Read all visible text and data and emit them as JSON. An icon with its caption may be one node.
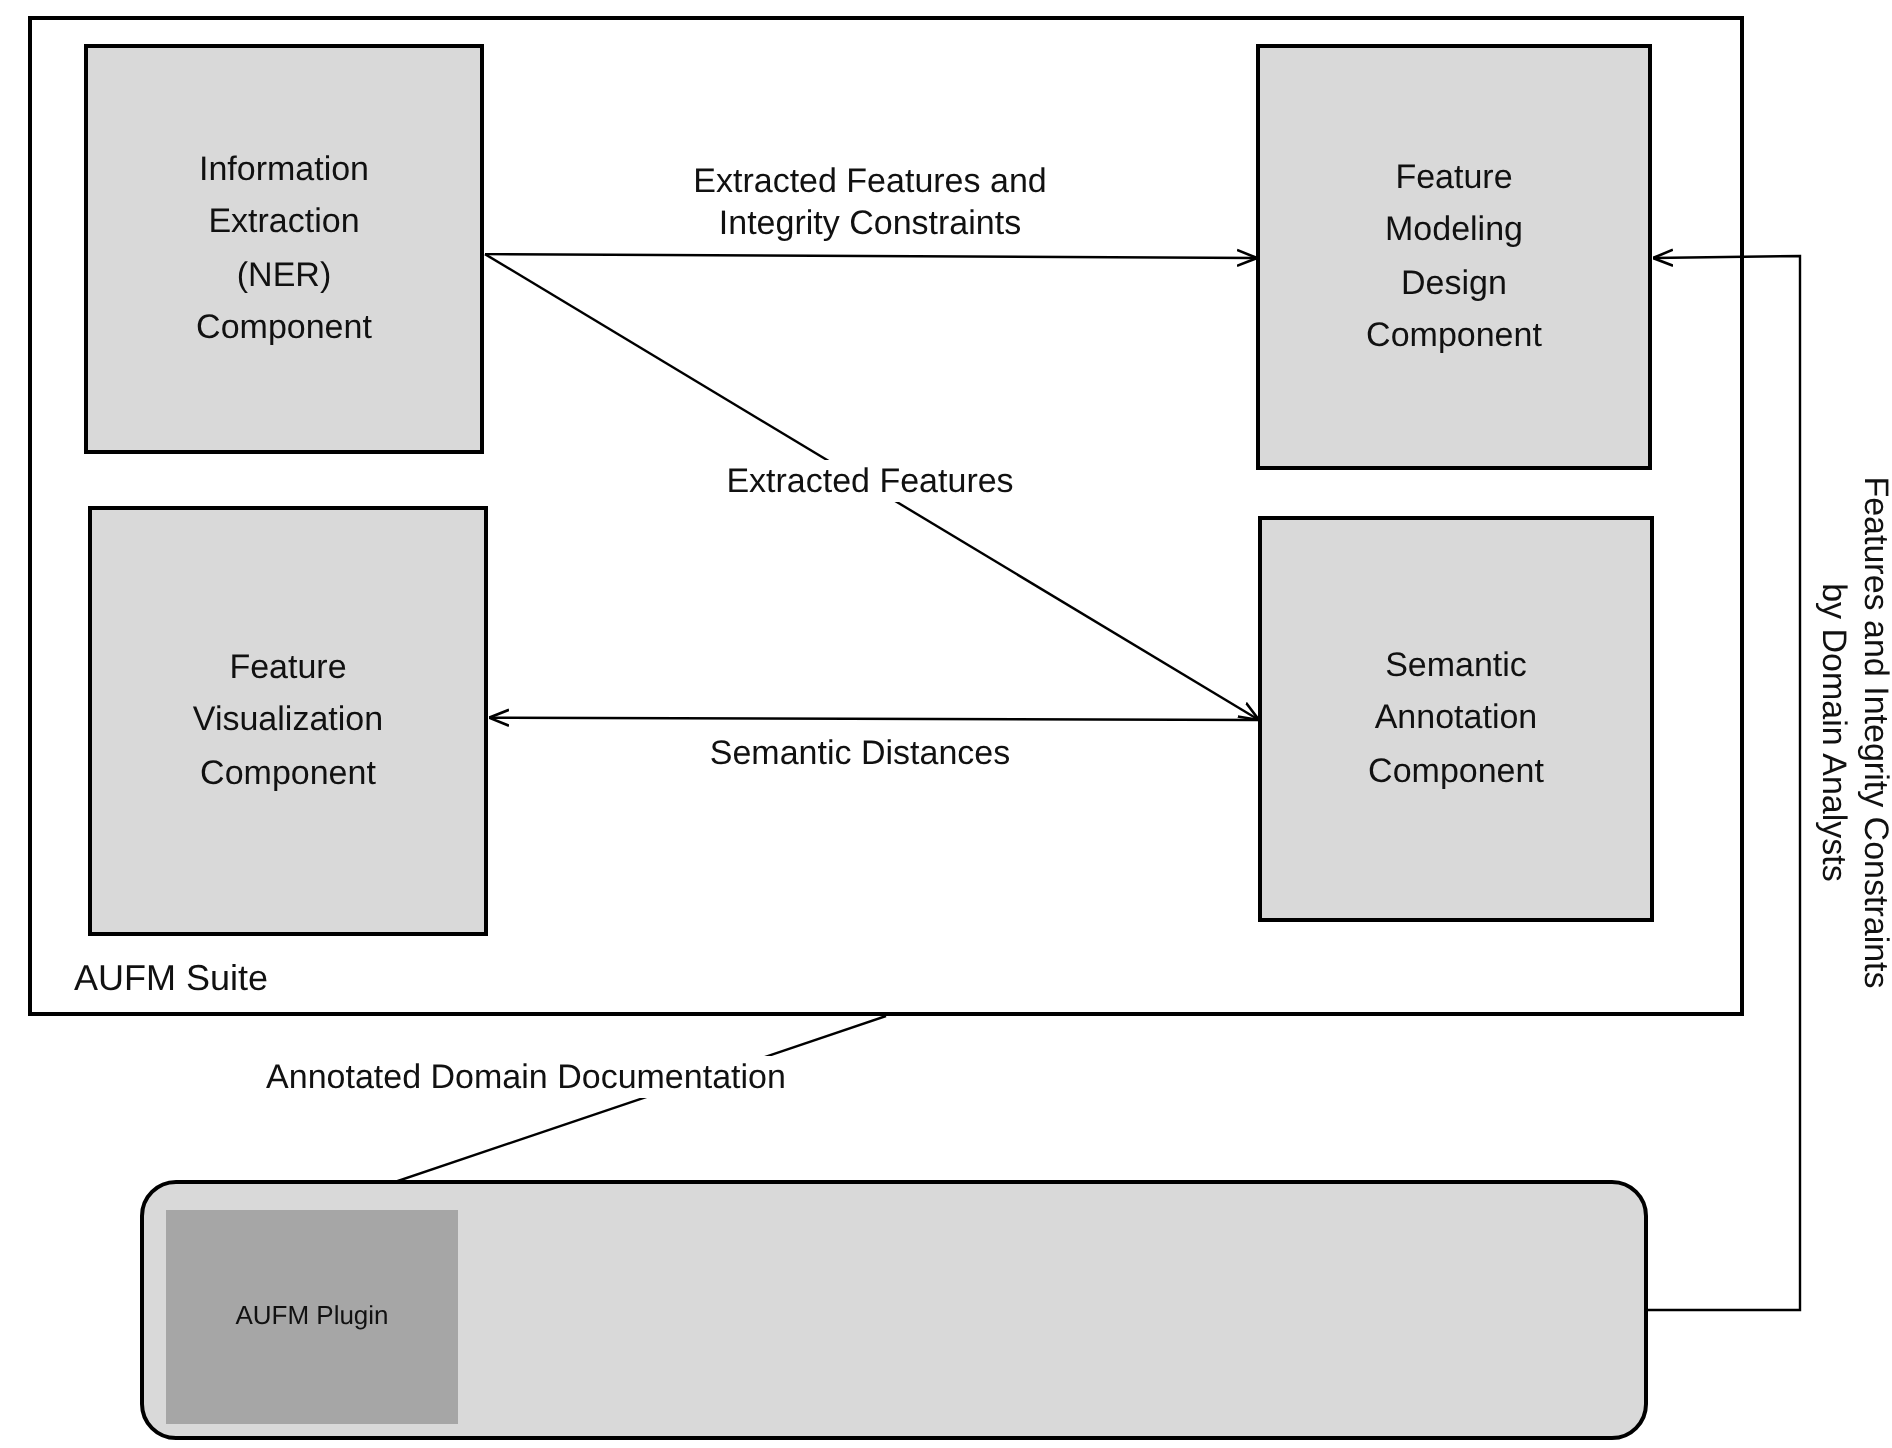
{
  "diagram": {
    "nodes": [
      {
        "text": [
          "AUFM Suite"
        ]
      },
      {
        "text": [
          "Information Extraction (NER) Component"
        ],
        "in": 0
      },
      {
        "text": [
          "Feature Modeling Design Component"
        ],
        "in": 0
      },
      {
        "text": [
          "Feature Visualization Component"
        ],
        "in": 0
      },
      {
        "text": [
          "Semantic Annotation Component"
        ],
        "in": 0
      },
      {
        "text": [],
        "shape": "box"
      },
      {
        "text": [
          "AUFM Plugin"
        ],
        "in": 5
      }
    ],
    "edges": [
      {
        "from": 1,
        "to": 2,
        "arrow": "to",
        "label": "Extracted Features and Integrity Constraints"
      },
      {
        "from": 1,
        "to": 4,
        "arrow": "to",
        "label": "Extracted Features"
      },
      {
        "from": 4,
        "to": 3,
        "arrow": "to",
        "label": "Semantic Distances"
      },
      {
        "from": 0,
        "to": 6,
        "arrow": "to",
        "label": "Annotated Domain Documentation"
      },
      {
        "from": 5,
        "to": 2,
        "arrow": "to",
        "label": "Features and Integrity Constraints by Domain Analysts"
      }
    ]
  }
}
